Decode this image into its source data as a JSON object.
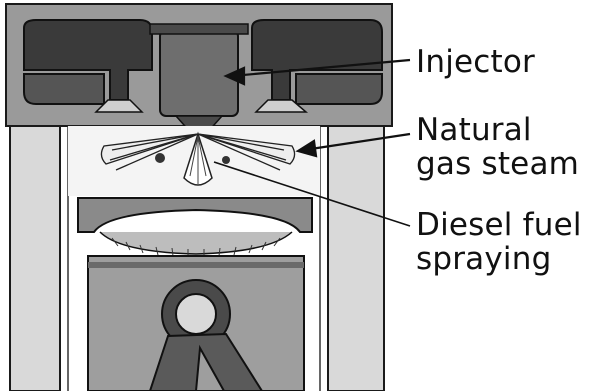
{
  "labels": {
    "injector": "Injector",
    "natural_gas": "Natural\ngas steam",
    "diesel": "Diesel fuel\nspraying"
  },
  "colors": {
    "dark": "#3a3a3a",
    "mid": "#6e6e6e",
    "light": "#bdbdbd",
    "pale": "#e6e6e6",
    "line": "#1a1a1a"
  }
}
